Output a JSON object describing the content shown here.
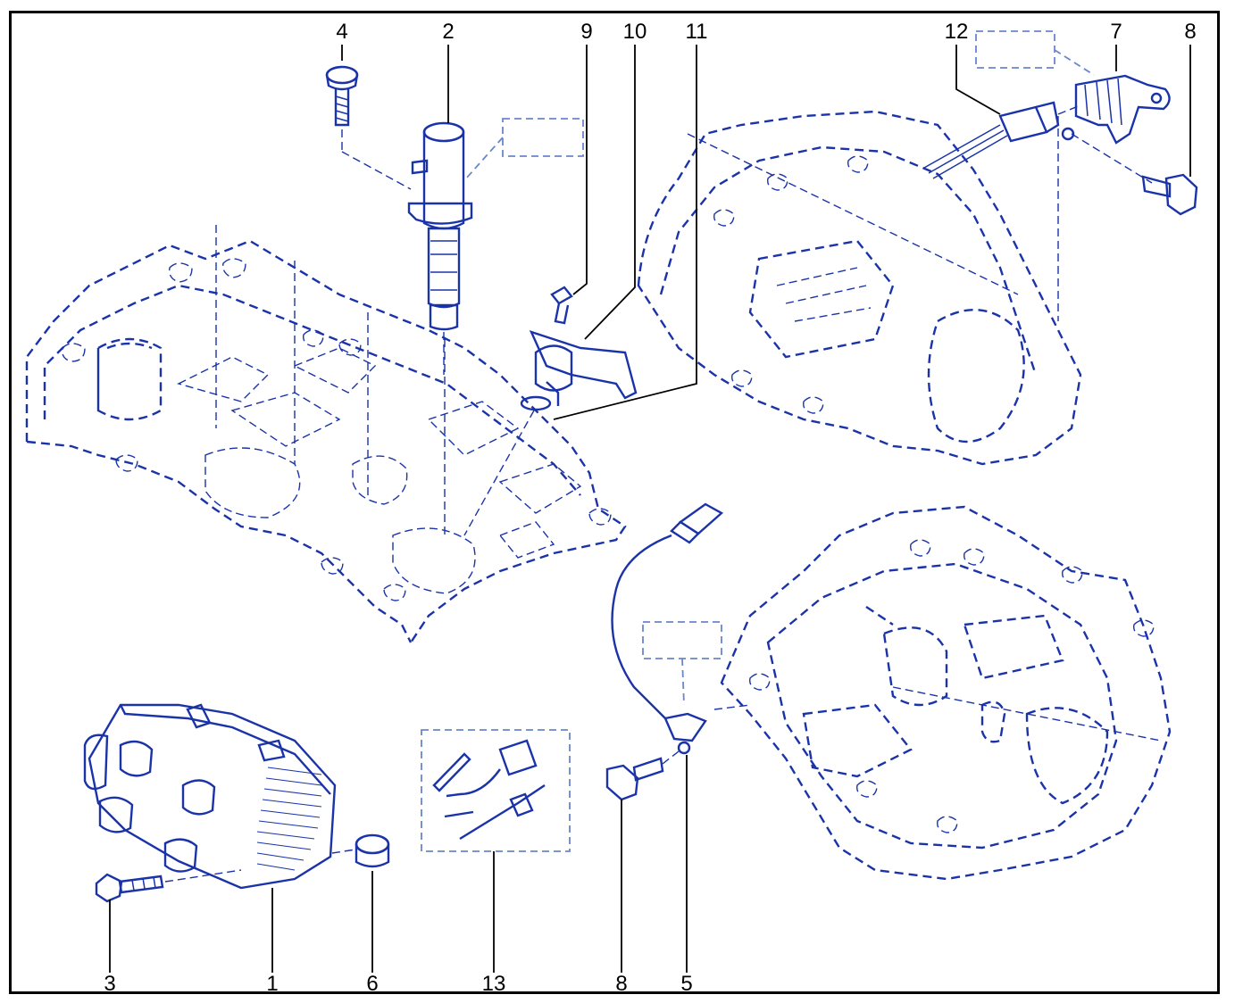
{
  "diagram": {
    "callouts": {
      "c1": "1",
      "c2": "2",
      "c3": "3",
      "c4": "4",
      "c5": "5",
      "c6": "6",
      "c7": "7",
      "c8a": "8",
      "c8b": "8",
      "c9": "9",
      "c10": "10",
      "c11": "11",
      "c12": "12",
      "c13": "13"
    }
  },
  "colors": {
    "line_art": "#1a33a8",
    "placeholder_box": "#6a86cc",
    "frame": "#000000"
  }
}
